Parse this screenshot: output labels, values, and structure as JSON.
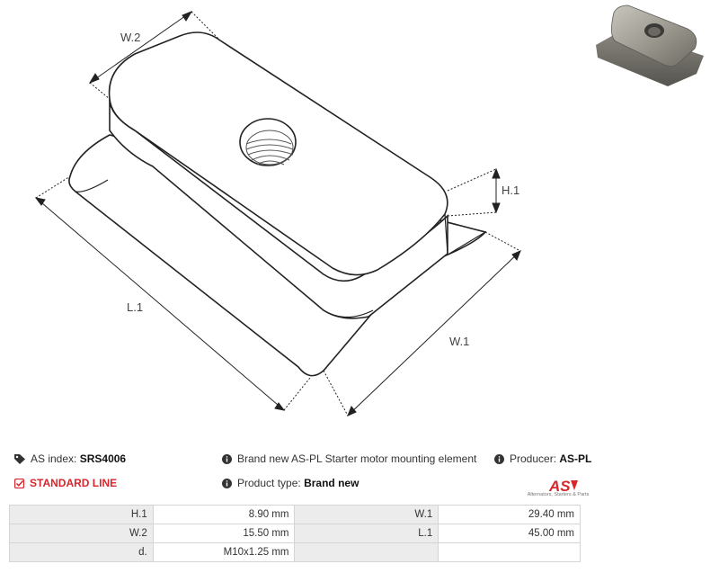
{
  "drawing": {
    "labels": {
      "w2": "W.2",
      "h1": "H.1",
      "l1": "L.1",
      "w1": "W.1"
    }
  },
  "info": {
    "as_index_label": "AS index:",
    "as_index_value": "SRS4006",
    "standard_line": "STANDARD LINE",
    "description": "Brand new AS-PL Starter motor mounting element",
    "product_type_label": "Product type:",
    "product_type_value": "Brand new",
    "producer_label": "Producer:",
    "producer_value": "AS-PL",
    "logo_text": "AS",
    "logo_tagline": "Alternators, Starters & Parts"
  },
  "specs": [
    {
      "k1": "H.1",
      "v1": "8.90 mm",
      "k2": "W.1",
      "v2": "29.40 mm"
    },
    {
      "k1": "W.2",
      "v1": "15.50 mm",
      "k2": "L.1",
      "v2": "45.00 mm"
    },
    {
      "k1": "d.",
      "v1": "M10x1.25 mm",
      "k2": "",
      "v2": ""
    }
  ],
  "colors": {
    "accent": "#d8262d",
    "table_header_bg": "#ececec",
    "border": "#d4d4d4"
  }
}
